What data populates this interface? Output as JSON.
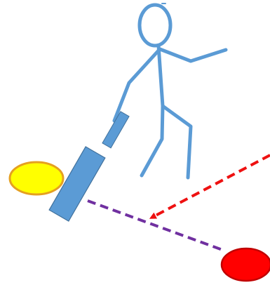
{
  "colors": {
    "figure": "#5b9bd5",
    "figure_dark": "#41719c",
    "ball_yellow": "#ffff00",
    "ball_yellow_outline": "#e5a020",
    "ball_red": "#ff0000",
    "ball_red_outline": "#c00000",
    "arrow_red": "#ee1111",
    "line_purple": "#7030a0",
    "background": "#ffffff"
  },
  "elements": {
    "stick_figure": "stick-figure",
    "cricket_bat": "cricket-bat",
    "yellow_ball": "yellow-ball",
    "red_ball": "red-ball",
    "red_arrow": "red-dashed-arrow",
    "purple_line": "purple-dashed-line"
  }
}
